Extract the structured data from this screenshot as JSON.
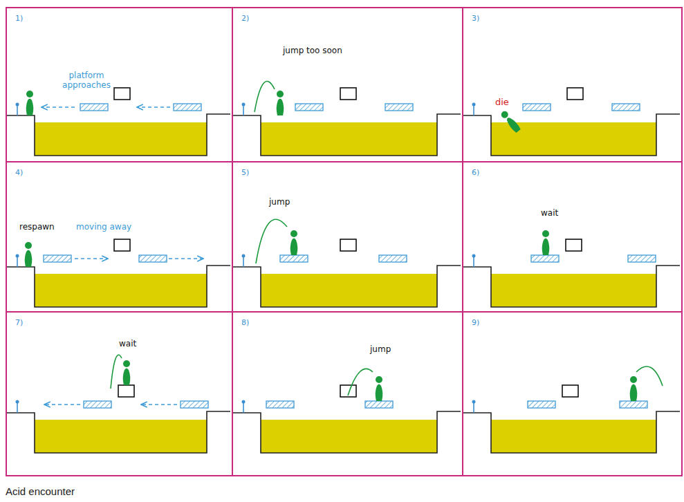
{
  "diagram": {
    "caption": "Acid encounter",
    "nodes": [
      {
        "text": [
          "1)",
          "platform approaches"
        ]
      },
      {
        "text": [
          "2)",
          "jump too soon"
        ]
      },
      {
        "text": [
          "3)",
          "die"
        ]
      },
      {
        "text": [
          "4)",
          "respawn",
          "moving away"
        ]
      },
      {
        "text": [
          "5)",
          "jump"
        ]
      },
      {
        "text": [
          "6)",
          "wait"
        ]
      },
      {
        "text": [
          "7)",
          "wait"
        ]
      },
      {
        "text": [
          "8)",
          "jump"
        ]
      },
      {
        "text": [
          "9)"
        ]
      }
    ]
  }
}
